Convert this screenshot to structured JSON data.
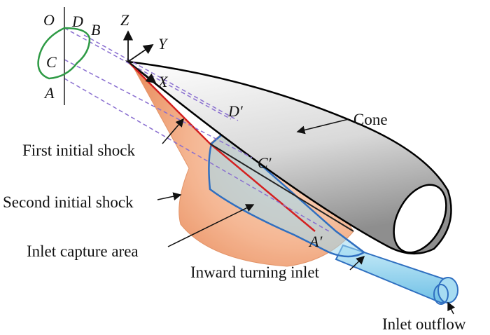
{
  "labels": {
    "cone": "Cone",
    "first_shock": "First initial shock",
    "second_shock": "Second initial shock",
    "capture_area": "Inlet capture area",
    "inward_inlet": "Inward turning inlet",
    "outflow": "Inlet outflow"
  },
  "points": {
    "O": "O",
    "D": "D",
    "B": "B",
    "C": "C",
    "A": "A",
    "D_prime": "D′",
    "C_prime": "C′",
    "A_prime": "A′"
  },
  "axes": {
    "z": "Z",
    "y": "Y",
    "x": "X"
  },
  "colors": {
    "cone_stroke": "#000000",
    "first_shock": "#d42020",
    "second_shock_fill": "#f2a57a",
    "inlet_blue": "#2f6fc0",
    "inlet_fill": "#8fd0ee",
    "capture_green": "#2e9a45",
    "projection_dash": "#8a6fd0"
  }
}
